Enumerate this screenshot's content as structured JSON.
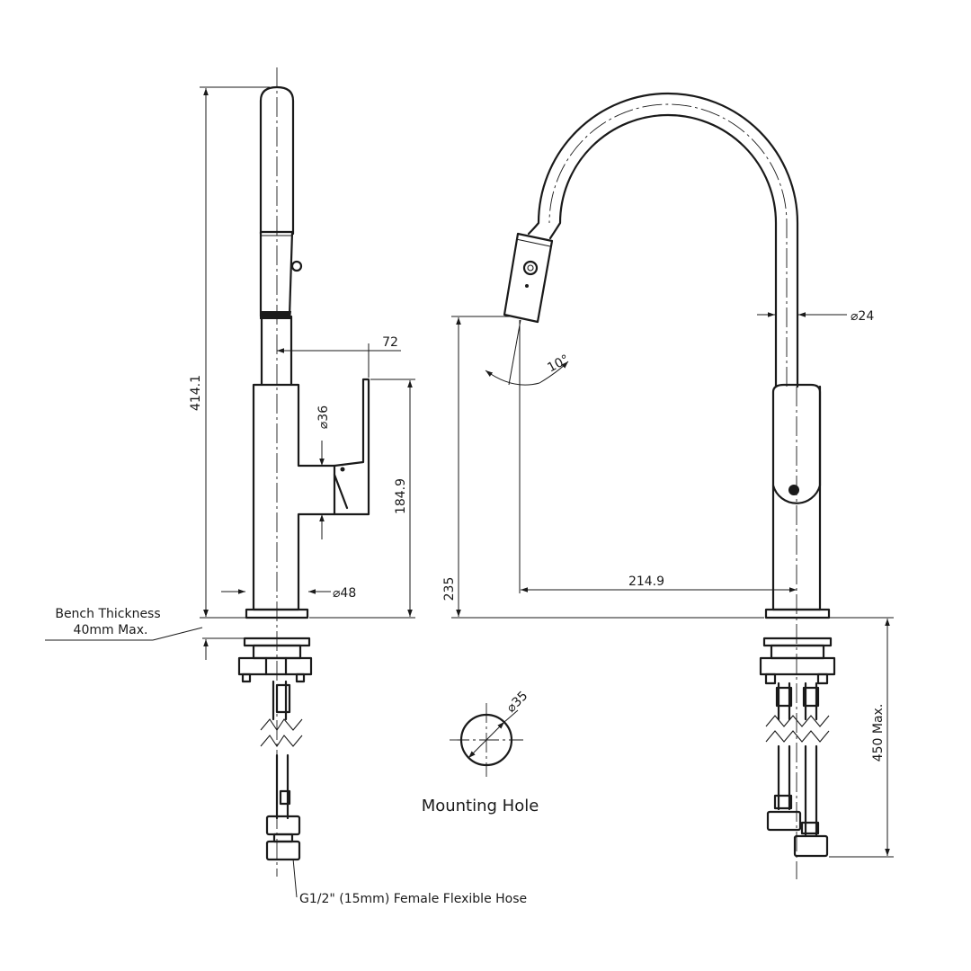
{
  "dimensions": {
    "overall_height": "414.1",
    "handle_reach": "72",
    "body_diameter": "⌀36",
    "body_height": "184.9",
    "base_diameter": "⌀48",
    "spout_diameter": "⌀24",
    "outlet_height": "235",
    "spout_reach": "214.9",
    "outlet_angle": "10°",
    "mounting_hole_diameter": "⌀35",
    "below_bench_max": "450 Max."
  },
  "labels": {
    "bench_thickness_line1": "Bench Thickness",
    "bench_thickness_line2": "40mm Max.",
    "mounting_hole": "Mounting Hole",
    "hose": "G1/2\" (15mm) Female Flexible Hose"
  },
  "colors": {
    "line": "#1a1a1a",
    "background": "#ffffff"
  }
}
